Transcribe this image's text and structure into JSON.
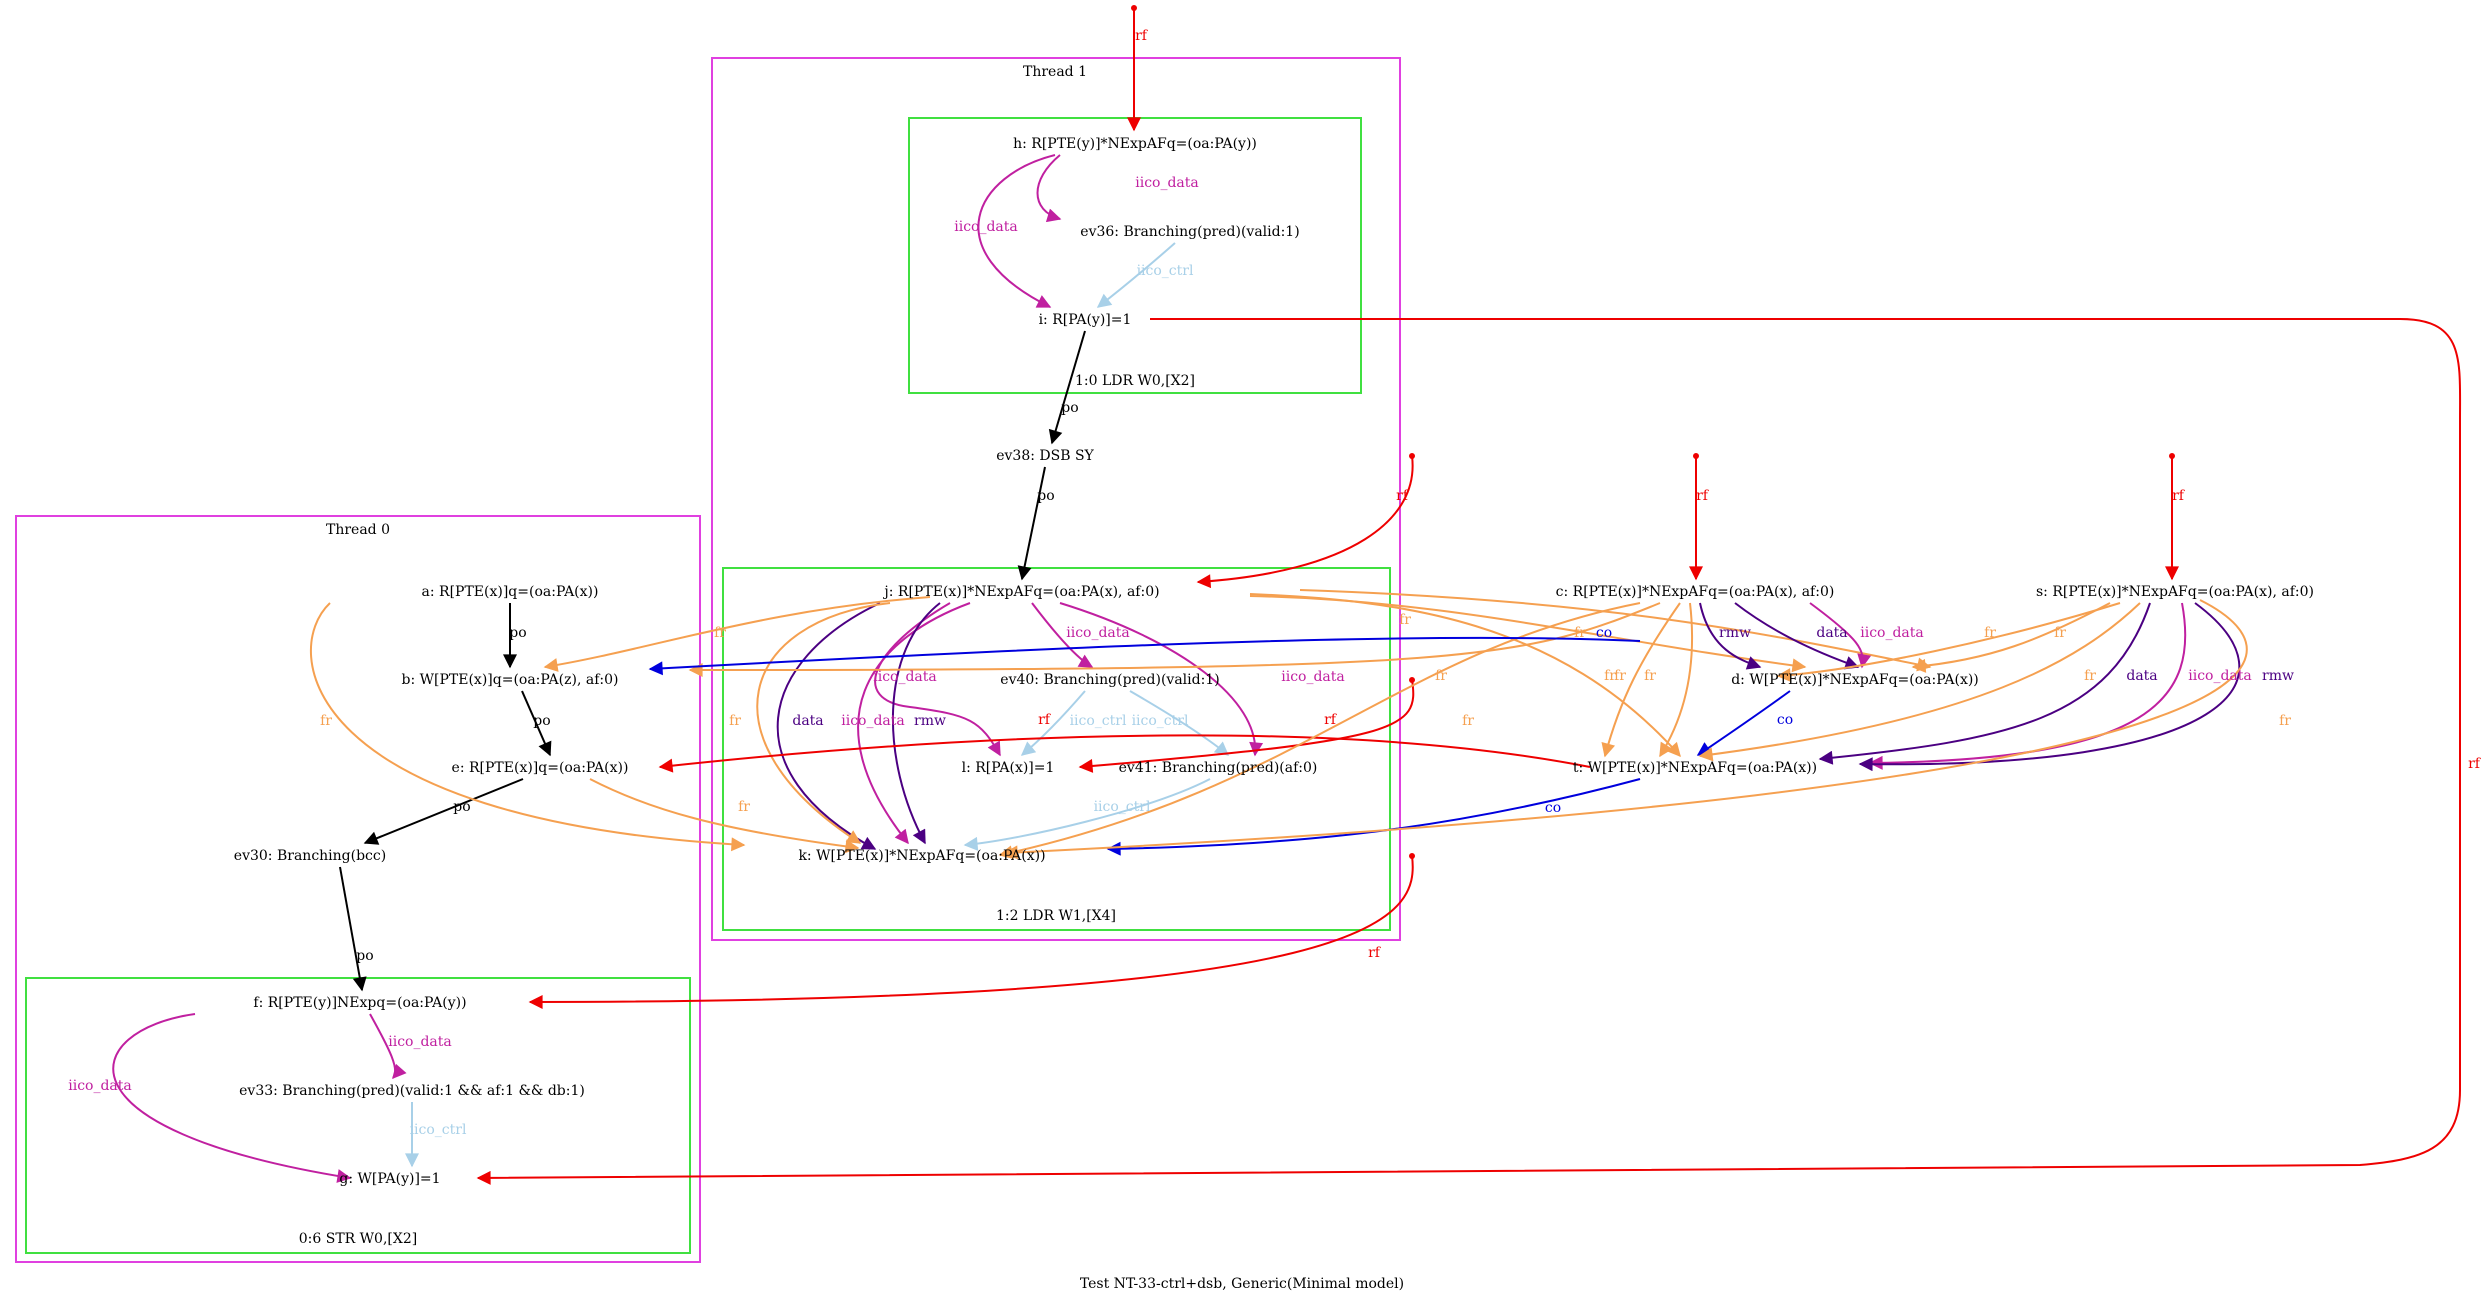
{
  "caption": "Test NT-33-ctrl+dsb, Generic(Minimal model)",
  "colors": {
    "thread_border": "#e040e0",
    "instr_border": "#40e040",
    "po": "#000000",
    "rf": "#ee0000",
    "fr": "#f5a050",
    "co": "#0000dd",
    "iico_data": "#c020a0",
    "iico_ctrl": "#a8d0e8",
    "data": "#4b0082",
    "rmw": "#4b0082"
  },
  "threads": [
    {
      "id": "thread0",
      "label": "Thread 0"
    },
    {
      "id": "thread1",
      "label": "Thread 1"
    }
  ],
  "instructions": [
    {
      "id": "t0_str",
      "label": "0:6 STR W0,[X2]"
    },
    {
      "id": "t1_ldr0",
      "label": "1:0 LDR W0,[X2]"
    },
    {
      "id": "t1_ldr2",
      "label": "1:2 LDR W1,[X4]"
    }
  ],
  "nodes": {
    "h": "h: R[PTE(y)]*NExpAFq=(oa:PA(y))",
    "ev36": "ev36: Branching(pred)(valid:1)",
    "i": "i: R[PA(y)]=1",
    "ev38": "ev38: DSB SY",
    "j": "j: R[PTE(x)]*NExpAFq=(oa:PA(x), af:0)",
    "ev40": "ev40: Branching(pred)(valid:1)",
    "l": "l: R[PA(x)]=1",
    "ev41": "ev41: Branching(pred)(af:0)",
    "k": "k: W[PTE(x)]*NExpAFq=(oa:PA(x))",
    "a": "a: R[PTE(x)]q=(oa:PA(x))",
    "b": "b: W[PTE(x)]q=(oa:PA(z), af:0)",
    "e": "e: R[PTE(x)]q=(oa:PA(x))",
    "ev30": "ev30: Branching(bcc)",
    "f": "f: R[PTE(y)]NExpq=(oa:PA(y))",
    "ev33": "ev33: Branching(pred)(valid:1 && af:1 && db:1)",
    "g": "g: W[PA(y)]=1",
    "c": "c: R[PTE(x)]*NExpAFq=(oa:PA(x), af:0)",
    "d": "d: W[PTE(x)]*NExpAFq=(oa:PA(x))",
    "t": "t: W[PTE(x)]*NExpAFq=(oa:PA(x))",
    "s": "s: R[PTE(x)]*NExpAFq=(oa:PA(x), af:0)"
  },
  "edges": [
    {
      "type": "rf",
      "label": "rf"
    },
    {
      "type": "iico_data",
      "label": "iico_data"
    },
    {
      "type": "iico_data",
      "label": "iico_data"
    },
    {
      "type": "iico_ctrl",
      "label": "iico_ctrl"
    },
    {
      "type": "po",
      "label": "po"
    },
    {
      "type": "po",
      "label": "po"
    },
    {
      "type": "rf",
      "label": "rf"
    },
    {
      "type": "rf",
      "label": "rf"
    },
    {
      "type": "iico_data",
      "label": "iico_data"
    },
    {
      "type": "iico_data",
      "label": "iico_data"
    },
    {
      "type": "iico_data",
      "label": "iico_data"
    },
    {
      "type": "iico_data",
      "label": "iico_data"
    },
    {
      "type": "data",
      "label": "data"
    },
    {
      "type": "rmw",
      "label": "rmw"
    },
    {
      "type": "iico_ctrl",
      "label": "iico_ctrl"
    },
    {
      "type": "iico_ctrl",
      "label": "iico_ctrl"
    },
    {
      "type": "iico_ctrl",
      "label": "iico_ctrl"
    },
    {
      "type": "fr",
      "label": "fr"
    },
    {
      "type": "fr",
      "label": "fr"
    },
    {
      "type": "fr",
      "label": "fr"
    },
    {
      "type": "fr",
      "label": "fr"
    },
    {
      "type": "fr",
      "label": "fr"
    },
    {
      "type": "po",
      "label": "po"
    },
    {
      "type": "po",
      "label": "po"
    },
    {
      "type": "po",
      "label": "po"
    },
    {
      "type": "po",
      "label": "po"
    },
    {
      "type": "fr",
      "label": "fr"
    },
    {
      "type": "fr",
      "label": "fr"
    },
    {
      "type": "rf",
      "label": "rf"
    },
    {
      "type": "iico_data",
      "label": "iico_data"
    },
    {
      "type": "iico_data",
      "label": "iico_data"
    },
    {
      "type": "iico_ctrl",
      "label": "iico_ctrl"
    },
    {
      "type": "rf",
      "label": "rf"
    },
    {
      "type": "rf",
      "label": "rf"
    },
    {
      "type": "fr",
      "label": "fr"
    },
    {
      "type": "fr",
      "label": "fr"
    },
    {
      "type": "fr",
      "label": "fr"
    },
    {
      "type": "fr",
      "label": "fr"
    },
    {
      "type": "rmw",
      "label": "rmw"
    },
    {
      "type": "data",
      "label": "data"
    },
    {
      "type": "iico_data",
      "label": "iico_data"
    },
    {
      "type": "co",
      "label": "co"
    },
    {
      "type": "co",
      "label": "co"
    },
    {
      "type": "co",
      "label": "co"
    },
    {
      "type": "rf",
      "label": "rf"
    },
    {
      "type": "rf",
      "label": "rf"
    },
    {
      "type": "fr",
      "label": "fr"
    },
    {
      "type": "fr",
      "label": "fr"
    },
    {
      "type": "fr",
      "label": "fr"
    },
    {
      "type": "data",
      "label": "data"
    },
    {
      "type": "iico_data",
      "label": "iico_data"
    },
    {
      "type": "rmw",
      "label": "rmw"
    },
    {
      "type": "fr",
      "label": "fr"
    }
  ]
}
